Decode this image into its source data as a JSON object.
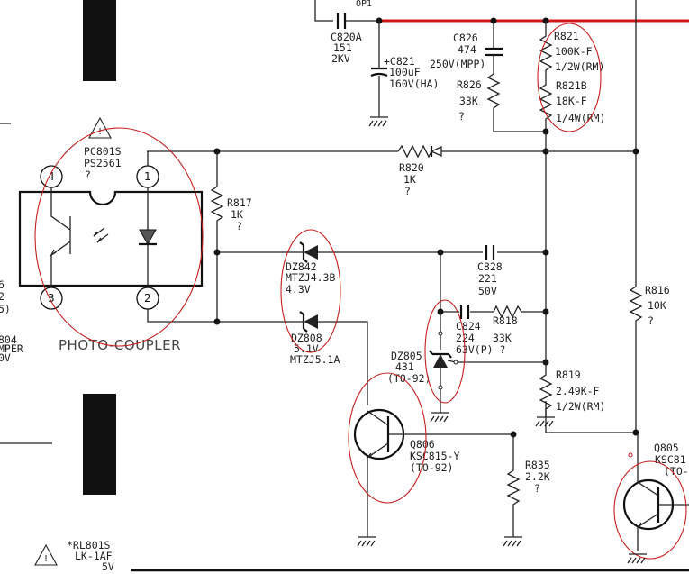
{
  "header_cut": "OP1",
  "c820a": [
    "C820A",
    "151",
    "2KV"
  ],
  "c821": [
    "+C821",
    "100uF",
    "160V(HA)"
  ],
  "c826": [
    "C826",
    "474",
    "250V(MPP)"
  ],
  "r826": [
    "R826",
    "33K",
    "?"
  ],
  "r821": [
    "R821",
    "100K-F",
    "1/2W(RM)"
  ],
  "r821b": [
    "R821B",
    "18K-F",
    "1/4W(RM)"
  ],
  "pc801": [
    "PC801S",
    "PS2561",
    "?"
  ],
  "pins": [
    "4",
    "1",
    "3",
    "2"
  ],
  "photo_coupler": "PHOTO-COUPLER",
  "r820": [
    "R820",
    "1K",
    "?"
  ],
  "r817": [
    "R817",
    "1K",
    "?"
  ],
  "dz842": [
    "DZ842",
    "MTZJ4.3B",
    "4.3V"
  ],
  "dz808": [
    "DZ808",
    "5.1V",
    "MTZJ5.1A"
  ],
  "c828": [
    "C828",
    "221",
    "50V"
  ],
  "c824": [
    "C824",
    "224",
    "63V(P) ?"
  ],
  "r818": [
    "R818",
    "33K"
  ],
  "dz805": [
    "DZ805",
    "431",
    "(TO-92)"
  ],
  "r819": [
    "R819",
    "2.49K-F",
    "1/2W(RM)"
  ],
  "r816": [
    "R816",
    "10K",
    "?"
  ],
  "q806": [
    "Q806",
    "KSC815-Y",
    "(TO-92)"
  ],
  "r835": [
    "R835",
    "2.2K",
    "?"
  ],
  "q805": [
    "Q805",
    "KSC81",
    "(TO-"
  ],
  "rl801": [
    "*RL801S",
    "LK-1AF",
    "5V"
  ],
  "left_edge": [
    "6",
    "2",
    "5)",
    "804",
    "MPER",
    "0V"
  ],
  "warning_mark": "!"
}
